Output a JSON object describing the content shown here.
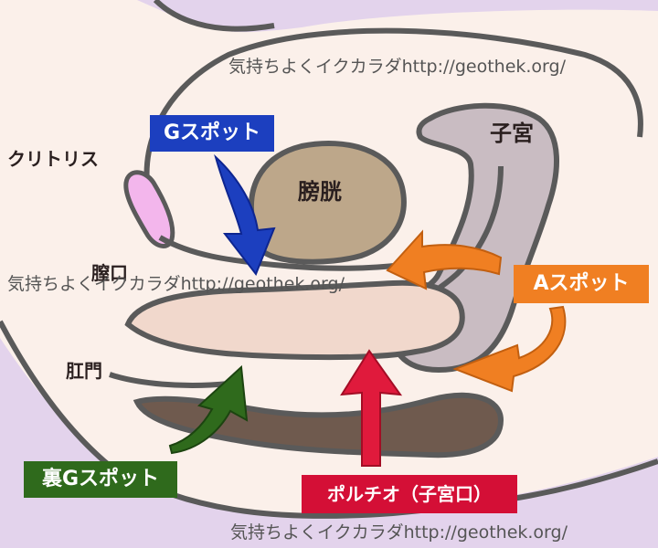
{
  "colors": {
    "background": "#fbf0ea",
    "outline": "#5a5a5a",
    "lavender": "#e3d3ec",
    "bladder": "#bda78a",
    "uterus": "#c9bcc2",
    "clitoris": "#f3b6ec",
    "vagina": "#f1d8cc",
    "rectum": "#6f5a4e",
    "g_spot": "#1c3fbf",
    "a_spot": "#f07f22",
    "back_g_spot": "#2f6a1c",
    "portio": "#e01a3c"
  },
  "watermark": "気持ちよくイクカラダhttp://geothek.org/",
  "organs": {
    "clitoris": "クリトリス",
    "bladder": "膀胱",
    "uterus": "子宮",
    "vagina_opening": "膣口",
    "anus": "肛門"
  },
  "spots": {
    "g_spot": "Gスポット",
    "a_spot": "Aスポット",
    "back_g_spot": "裏Gスポット",
    "portio": "ポルチオ（子宮口）"
  },
  "arrows": [
    "down-arrow",
    "curved-arrow",
    "curved-arrow",
    "up-arrow",
    "up-arrow"
  ]
}
